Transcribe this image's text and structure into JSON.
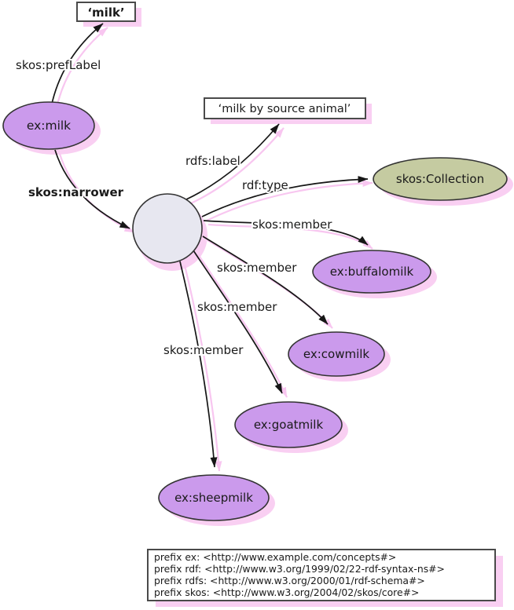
{
  "nodes": {
    "milk_literal": "‘milk’",
    "milk_by_source_literal": "‘milk by source animal’",
    "ex_milk": "ex:milk",
    "skos_collection": "skos:Collection",
    "ex_buffalomilk": "ex:buffalomilk",
    "ex_cowmilk": "ex:cowmilk",
    "ex_goatmilk": "ex:goatmilk",
    "ex_sheepmilk": "ex:sheepmilk"
  },
  "edges": [
    {
      "label": "skos:prefLabel",
      "from": "ex:milk",
      "to": "‘milk’"
    },
    {
      "label": "skos:narrower",
      "from": "ex:milk",
      "to": "blank-node"
    },
    {
      "label": "rdfs:label",
      "from": "blank-node",
      "to": "‘milk by source animal’"
    },
    {
      "label": "rdf:type",
      "from": "blank-node",
      "to": "skos:Collection"
    },
    {
      "label": "skos:member",
      "from": "blank-node",
      "to": "ex:buffalomilk"
    },
    {
      "label": "skos:member",
      "from": "blank-node",
      "to": "ex:cowmilk"
    },
    {
      "label": "skos:member",
      "from": "blank-node",
      "to": "ex:goatmilk"
    },
    {
      "label": "skos:member",
      "from": "blank-node",
      "to": "ex:sheepmilk"
    }
  ],
  "prefix_box": {
    "lines": [
      "prefix ex: <http://www.example.com/concepts#>",
      "prefix rdf: <http://www.w3.org/1999/02/22-rdf-syntax-ns#>",
      "prefix rdfs: <http://www.w3.org/2000/01/rdf-schema#>",
      "prefix skos: <http://www.w3.org/2004/02/skos/core#>"
    ]
  },
  "colors": {
    "concept_fill": "#cb9aec",
    "collection_fill": "#c5cba1",
    "blank_node_fill": "#e7e7f0",
    "shadow_pink": "#f9cff2",
    "arrow_shadow_pink": "#f8c6f0",
    "node_stroke": "#333333",
    "box_stroke": "#4a4a4a",
    "arrow_color": "#161616",
    "text_color": "#1a1a1a"
  }
}
